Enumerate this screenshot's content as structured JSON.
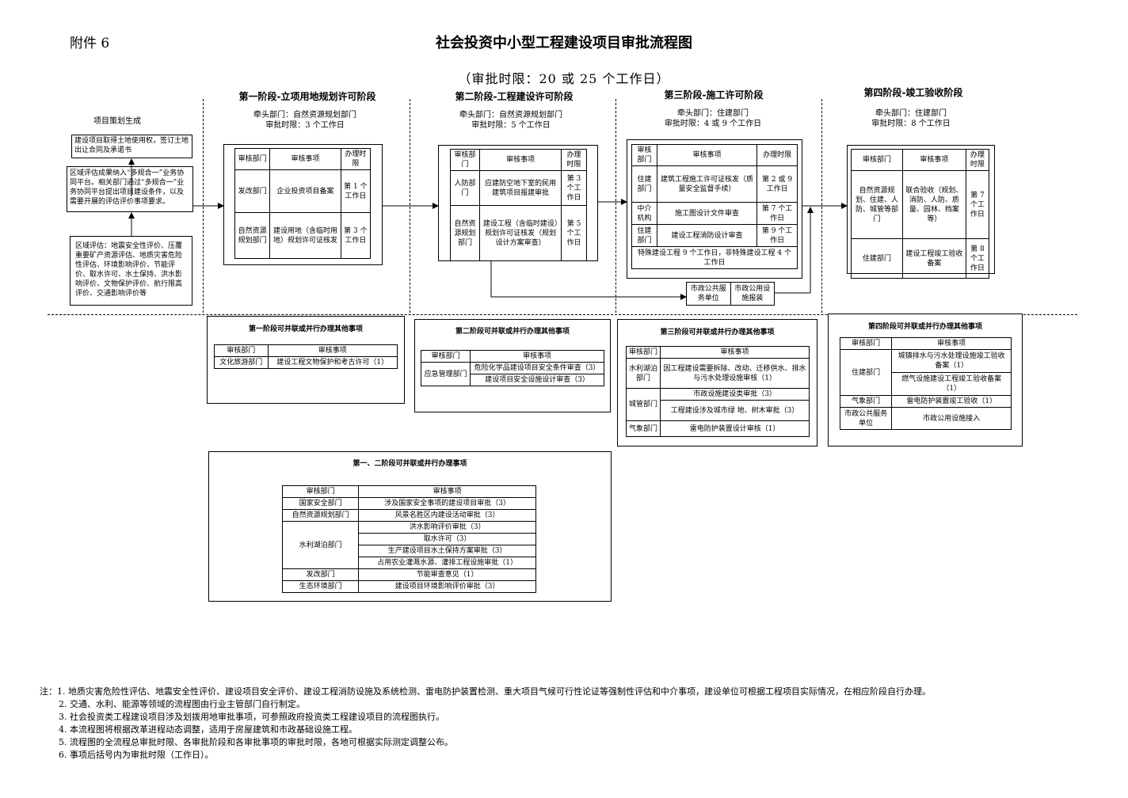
{
  "header": {
    "attachment": "附件 6",
    "title": "社会投资中小型工程建设项目审批流程图",
    "subtitle": "（审批时限：20 或 25 个工作日）"
  },
  "pre": {
    "heading": "项目策划生成",
    "box1": "建设项目取得土地使用权，签订土地出让合同及承诺书",
    "box2": "区域评估成果纳入“多规合一”业务协同平台。相关部门通过“多规合一”业务协同平台提出项目建设条件，以及需要开展的评估评价事项要求。",
    "box3": "区域评估：地震安全性评价、压覆重要矿产资源评估、地质灾害危险性评估、环境影响评价、节能评价、取水许可、水土保持、洪水影响评价、文物保护评价、航行限高评价、交通影响评价等"
  },
  "stages": [
    {
      "title": "第一阶段-立项用地规划许可阶段",
      "lead": "牵头部门：自然资源规划部门",
      "limit": "审批时限：3 个工作日",
      "head": [
        "审核部门",
        "审核事项",
        "办理时限"
      ],
      "rows": [
        [
          "发改部门",
          "企业投资项目备案",
          "第 1 个工作日"
        ],
        [
          "自然资源规划部门",
          "建设用地（含临时用地）规划许可证核发",
          "第 3 个工作日"
        ]
      ]
    },
    {
      "title": "第二阶段-工程建设许可阶段",
      "lead": "牵头部门：自然资源规划部门",
      "limit": "审批时限：5 个工作日",
      "head": [
        "审核部门",
        "审核事项",
        "办理时限"
      ],
      "rows": [
        [
          "人防部门",
          "应建防空地下室的民用建筑项目报建审批",
          "第 3 个工作日"
        ],
        [
          "自然资源规划部门",
          "建设工程（含临时建设）规划许可证核发（规划设计方案审查）",
          "第 5 个工作日"
        ]
      ]
    },
    {
      "title": "第三阶段-施工许可阶段",
      "lead": "牵头部门：住建部门",
      "limit": "审批时限：4 或 9 个工作日",
      "head": [
        "审核部门",
        "审核事项",
        "办理时限"
      ],
      "rows": [
        [
          "住建部门",
          "建筑工程施工许可证核发（质量安全监督手续）",
          "第 2 或 9 工作日"
        ],
        [
          "中介机构",
          "施工图设计文件审查",
          "第 7 个工作日"
        ],
        [
          "住建部门",
          "建设工程消防设计审查",
          "第 9 个工作日"
        ]
      ],
      "footer": "特殊建设工程 9 个工作日，非特殊建设工程 4 个工作日"
    },
    {
      "title": "第四阶段-竣工验收阶段",
      "lead": "牵头部门：住建部门",
      "limit": "审批时限：8 个工作日",
      "head": [
        "审核部门",
        "审核事项",
        "办理时限"
      ],
      "rows": [
        [
          "自然资源规划、住建、人防、城管等部门",
          "联合验收（规划、消防、人防、质量、园林、档案等）",
          "第 7 个工作日"
        ],
        [
          "住建部门",
          "建设工程竣工验收备案",
          "第 8 个工作日"
        ]
      ]
    }
  ],
  "utility": {
    "a": "市政公共服务单位",
    "b": "市政公用设施报装"
  },
  "parallel": [
    {
      "title": "第一阶段可并联或并行办理其他事项",
      "head": [
        "审核部门",
        "审核事项"
      ],
      "rows": [
        [
          "文化旅游部门",
          "建设工程文物保护和考古许可（1）"
        ]
      ]
    },
    {
      "title": "第二阶段可并联或并行办理其他事项",
      "head": [
        "审核部门",
        "审核事项"
      ],
      "dept": "应急管理部门",
      "items": [
        "危险化学品建设项目安全条件审查（3）",
        "建设项目安全设施设计审查（3）"
      ]
    },
    {
      "title": "第三阶段可并联或并行办理其他事项",
      "head": [
        "审核部门",
        "审核事项"
      ],
      "rows": [
        [
          "水利湖泊部门",
          "因工程建设需要拆除、改动、迁移供水、排水与污水处理设施审核（1）"
        ],
        [
          "城管部门",
          "市政设施建设类审批（3）"
        ],
        [
          "",
          "工程建设涉及城市绿 地、树木审批（3）"
        ],
        [
          "气象部门",
          "雷电防护装置设计审核（1）"
        ]
      ]
    },
    {
      "title": "第四阶段可并联或并行办理其他事项",
      "head": [
        "审核部门",
        "审核事项"
      ],
      "rows": [
        [
          "住建部门",
          "城镇排水与污水处理设施竣工验收备案（1）"
        ],
        [
          "",
          "燃气设施建设工程竣工验收备案（1）"
        ],
        [
          "气象部门",
          "雷电防护装置竣工验收（1）"
        ],
        [
          "市政公共服务单位",
          "市政公用设施接入"
        ]
      ]
    }
  ],
  "combined": {
    "title": "第一、二阶段可并联或并行办理事项",
    "head": [
      "审核部门",
      "审核事项"
    ],
    "rows": [
      [
        "国家安全部门",
        "涉及国家安全事项的建设项目审批（3）"
      ],
      [
        "自然资源规划部门",
        "风景名胜区内建设活动审批（3）"
      ],
      [
        "水利湖泊部门",
        "洪水影响评价审批（3）"
      ],
      [
        "",
        "取水许可（3）"
      ],
      [
        "",
        "生产建设项目水土保持方案审批（3）"
      ],
      [
        "",
        "占用农业灌溉水源、灌排工程设施审批（1）"
      ],
      [
        "发改部门",
        "节能审查意见（1）"
      ],
      [
        "生态环境部门",
        "建设项目环境影响评价审批（3）"
      ]
    ]
  },
  "notes": [
    "注：1. 地质灾害危险性评估、地震安全性评价、建设项目安全评价、建设工程消防设施及系统检测、雷电防护装置检测、重大项目气候可行性论证等强制性评估和中介事项，建设单位可根据工程项目实际情况，在相应阶段自行办理。",
    "2. 交通、水利、能源等领域的流程图由行业主管部门自行制定。",
    "3. 社会投资类工程建设项目涉及划拨用地审批事项，可参照政府投资类工程建设项目的流程图执行。",
    "4. 本流程图将根据改革进程动态调整，适用于房屋建筑和市政基础设施工程。",
    "5. 流程图的全流程总审批时限、各审批阶段和各审批事项的审批时限，各地可根据实际测定调整公布。",
    "6. 事项后括号内为审批时限（工作日）。"
  ]
}
